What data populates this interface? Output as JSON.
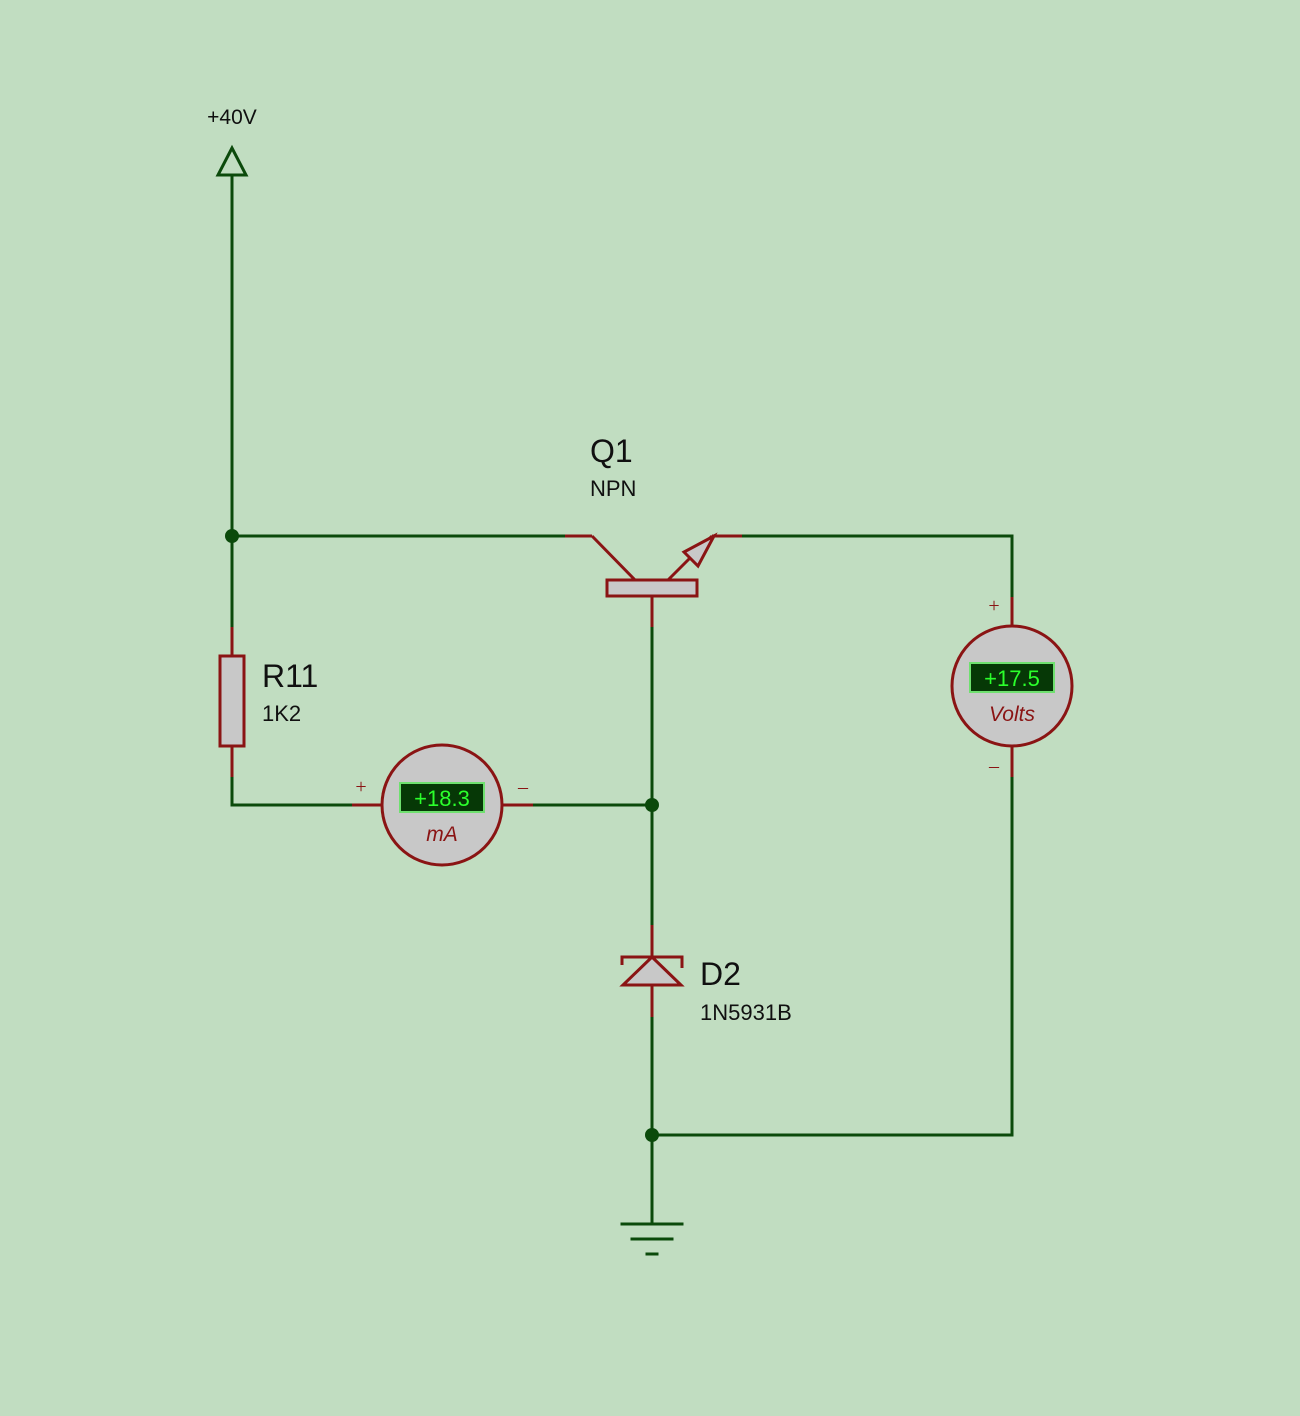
{
  "supply": {
    "label": "+40V"
  },
  "transistor": {
    "ref": "Q1",
    "type": "NPN"
  },
  "resistor": {
    "ref": "R11",
    "value": "1K2"
  },
  "zener": {
    "ref": "D2",
    "part": "1N5931B"
  },
  "ammeter": {
    "reading": "+18.3",
    "unit": "mA",
    "plus": "+",
    "minus": "–"
  },
  "voltmeter": {
    "reading": "+17.5",
    "unit": "Volts",
    "plus": "+",
    "minus": "–"
  },
  "colors": {
    "background": "#c1ddc1",
    "wire": "#0b4a0b",
    "component": "#8a1414",
    "lcd_text": "#2bff2b"
  }
}
